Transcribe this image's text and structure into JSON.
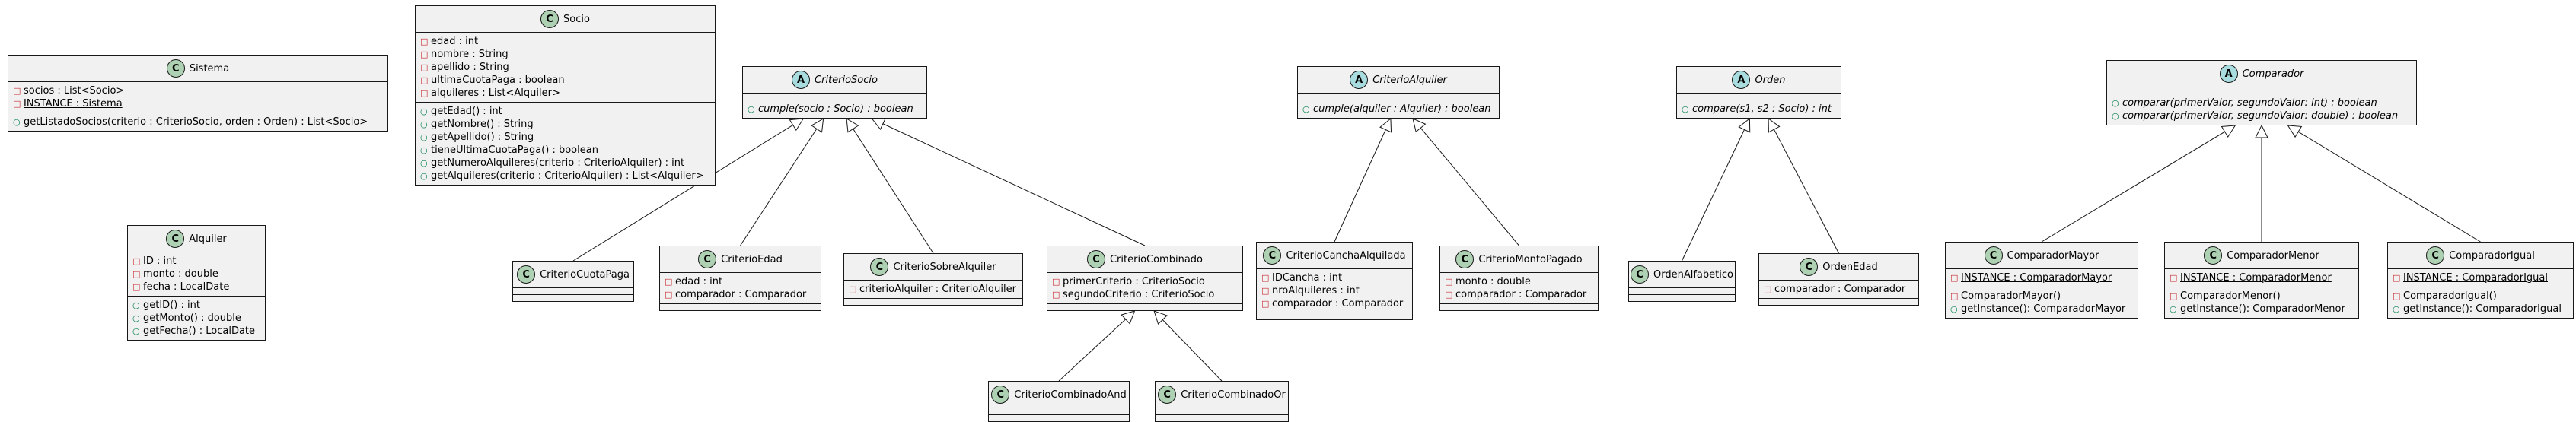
{
  "classes": {
    "sistema": {
      "name": "Sistema",
      "kind": "class",
      "fields": [
        {
          "vis": "-",
          "text": "socios : List<Socio>"
        },
        {
          "vis": "-",
          "text": "INSTANCE : Sistema",
          "static": true
        }
      ],
      "methods": [
        {
          "vis": "+",
          "text": "getListadoSocios(criterio : CriterioSocio, orden : Orden) : List<Socio>"
        }
      ]
    },
    "socio": {
      "name": "Socio",
      "kind": "class",
      "fields": [
        {
          "vis": "-",
          "text": "edad : int"
        },
        {
          "vis": "-",
          "text": "nombre : String"
        },
        {
          "vis": "-",
          "text": "apellido : String"
        },
        {
          "vis": "-",
          "text": "ultimaCuotaPaga : boolean"
        },
        {
          "vis": "-",
          "text": "alquileres : List<Alquiler>"
        }
      ],
      "methods": [
        {
          "vis": "+",
          "text": "getEdad() : int"
        },
        {
          "vis": "+",
          "text": "getNombre() : String"
        },
        {
          "vis": "+",
          "text": "getApellido() : String"
        },
        {
          "vis": "+",
          "text": "tieneUltimaCuotaPaga() : boolean"
        },
        {
          "vis": "+",
          "text": "getNumeroAlquileres(criterio : CriterioAlquiler) : int"
        },
        {
          "vis": "+",
          "text": "getAlquileres(criterio : CriterioAlquiler) : List<Alquiler>"
        }
      ]
    },
    "alquiler": {
      "name": "Alquiler",
      "kind": "class",
      "fields": [
        {
          "vis": "-",
          "text": "ID : int"
        },
        {
          "vis": "-",
          "text": "monto : double"
        },
        {
          "vis": "-",
          "text": "fecha : LocalDate"
        }
      ],
      "methods": [
        {
          "vis": "+",
          "text": "getID() : int"
        },
        {
          "vis": "+",
          "text": "getMonto() : double"
        },
        {
          "vis": "+",
          "text": "getFecha() : LocalDate"
        }
      ]
    },
    "criterioSocio": {
      "name": "CriterioSocio",
      "kind": "abstract",
      "fields": [],
      "methods": [
        {
          "vis": "+",
          "text": "cumple(socio : Socio) : boolean",
          "abstract": true
        }
      ]
    },
    "criterioCuotaPaga": {
      "name": "CriterioCuotaPaga",
      "kind": "class",
      "fields": [],
      "methods": []
    },
    "criterioEdad": {
      "name": "CriterioEdad",
      "kind": "class",
      "fields": [
        {
          "vis": "-",
          "text": "edad : int"
        },
        {
          "vis": "-",
          "text": "comparador : Comparador"
        }
      ],
      "methods": []
    },
    "criterioSobreAlquiler": {
      "name": "CriterioSobreAlquiler",
      "kind": "class",
      "fields": [
        {
          "vis": "-",
          "text": "criterioAlquiler : CriterioAlquiler"
        }
      ],
      "methods": []
    },
    "criterioCombinado": {
      "name": "CriterioCombinado",
      "kind": "class",
      "fields": [
        {
          "vis": "-",
          "text": "primerCriterio : CriterioSocio"
        },
        {
          "vis": "-",
          "text": "segundoCriterio : CriterioSocio"
        }
      ],
      "methods": []
    },
    "criterioCombinadoAnd": {
      "name": "CriterioCombinadoAnd",
      "kind": "class",
      "fields": [],
      "methods": []
    },
    "criterioCombinadoOr": {
      "name": "CriterioCombinadoOr",
      "kind": "class",
      "fields": [],
      "methods": []
    },
    "criterioAlquiler": {
      "name": "CriterioAlquiler",
      "kind": "abstract",
      "fields": [],
      "methods": [
        {
          "vis": "+",
          "text": "cumple(alquiler : Alquiler) : boolean",
          "abstract": true
        }
      ]
    },
    "criterioCanchaAlquilada": {
      "name": "CriterioCanchaAlquilada",
      "kind": "class",
      "fields": [
        {
          "vis": "-",
          "text": "IDCancha : int"
        },
        {
          "vis": "-",
          "text": "nroAlquileres : int"
        },
        {
          "vis": "-",
          "text": "comparador : Comparador"
        }
      ],
      "methods": []
    },
    "criterioMontoPagado": {
      "name": "CriterioMontoPagado",
      "kind": "class",
      "fields": [
        {
          "vis": "-",
          "text": "monto : double"
        },
        {
          "vis": "-",
          "text": "comparador : Comparador"
        }
      ],
      "methods": []
    },
    "orden": {
      "name": "Orden",
      "kind": "abstract",
      "fields": [],
      "methods": [
        {
          "vis": "+",
          "text": "compare(s1, s2 : Socio) : int",
          "abstract": true
        }
      ]
    },
    "ordenAlfabetico": {
      "name": "OrdenAlfabetico",
      "kind": "class",
      "fields": [],
      "methods": []
    },
    "ordenEdad": {
      "name": "OrdenEdad",
      "kind": "class",
      "fields": [
        {
          "vis": "-",
          "text": "comparador : Comparador"
        }
      ],
      "methods": []
    },
    "comparador": {
      "name": "Comparador",
      "kind": "abstract",
      "fields": [],
      "methods": [
        {
          "vis": "+",
          "text": "comparar(primerValor, segundoValor: int) : boolean",
          "abstract": true
        },
        {
          "vis": "+",
          "text": "comparar(primerValor, segundoValor: double) : boolean",
          "abstract": true
        }
      ]
    },
    "comparadorMayor": {
      "name": "ComparadorMayor",
      "kind": "class",
      "fields": [
        {
          "vis": "-",
          "text": "INSTANCE : ComparadorMayor",
          "static": true
        }
      ],
      "methods": [
        {
          "vis": "-",
          "text": "ComparadorMayor()"
        },
        {
          "vis": "+",
          "text": "getInstance(): ComparadorMayor"
        }
      ]
    },
    "comparadorMenor": {
      "name": "ComparadorMenor",
      "kind": "class",
      "fields": [
        {
          "vis": "-",
          "text": "INSTANCE : ComparadorMenor",
          "static": true
        }
      ],
      "methods": [
        {
          "vis": "-",
          "text": "ComparadorMenor()"
        },
        {
          "vis": "+",
          "text": "getInstance(): ComparadorMenor"
        }
      ]
    },
    "comparadorIgual": {
      "name": "ComparadorIgual",
      "kind": "class",
      "fields": [
        {
          "vis": "-",
          "text": "INSTANCE : ComparadorIgual",
          "static": true
        }
      ],
      "methods": [
        {
          "vis": "-",
          "text": "ComparadorIgual()"
        },
        {
          "vis": "+",
          "text": "getInstance(): ComparadorIgual"
        }
      ]
    }
  },
  "inheritance": [
    {
      "child": "criterioCuotaPaga",
      "parent": "criterioSocio"
    },
    {
      "child": "criterioEdad",
      "parent": "criterioSocio"
    },
    {
      "child": "criterioSobreAlquiler",
      "parent": "criterioSocio"
    },
    {
      "child": "criterioCombinado",
      "parent": "criterioSocio"
    },
    {
      "child": "criterioCombinadoAnd",
      "parent": "criterioCombinado"
    },
    {
      "child": "criterioCombinadoOr",
      "parent": "criterioCombinado"
    },
    {
      "child": "criterioCanchaAlquilada",
      "parent": "criterioAlquiler"
    },
    {
      "child": "criterioMontoPagado",
      "parent": "criterioAlquiler"
    },
    {
      "child": "ordenAlfabetico",
      "parent": "orden"
    },
    {
      "child": "ordenEdad",
      "parent": "orden"
    },
    {
      "child": "comparadorMayor",
      "parent": "comparador"
    },
    {
      "child": "comparadorMenor",
      "parent": "comparador"
    },
    {
      "child": "comparadorIgual",
      "parent": "comparador"
    }
  ],
  "colors": {
    "border": "#181818",
    "fill": "#f1f1f1",
    "class_badge": "#add1b2",
    "abstract_badge": "#a9dcdf",
    "private": "#c82930",
    "public": "#038048"
  },
  "badges": {
    "class": "C",
    "abstract": "A"
  }
}
